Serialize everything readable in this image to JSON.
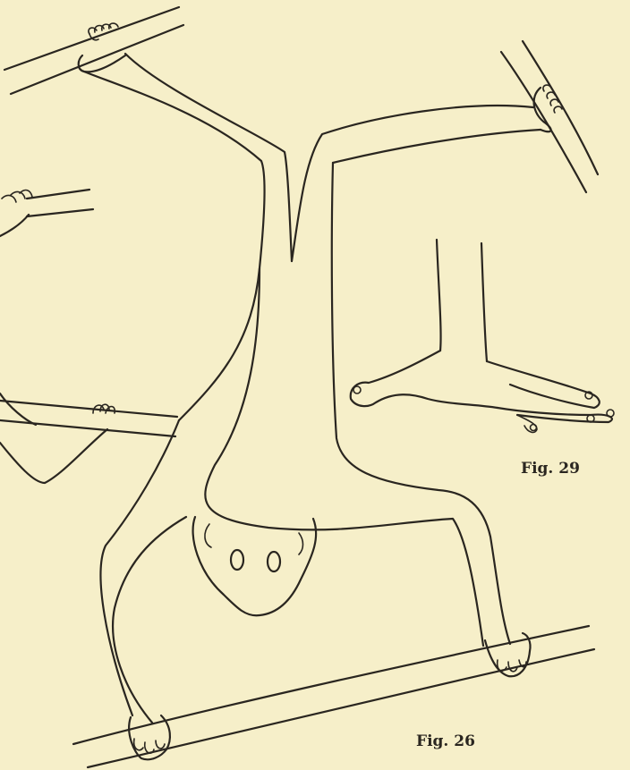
{
  "figures": [
    {
      "id": "fig29",
      "caption": "Fig. 29"
    },
    {
      "id": "fig26",
      "caption": "Fig. 26"
    }
  ],
  "colors": {
    "paper": "#f6efc9",
    "ink": "#2a2620"
  }
}
